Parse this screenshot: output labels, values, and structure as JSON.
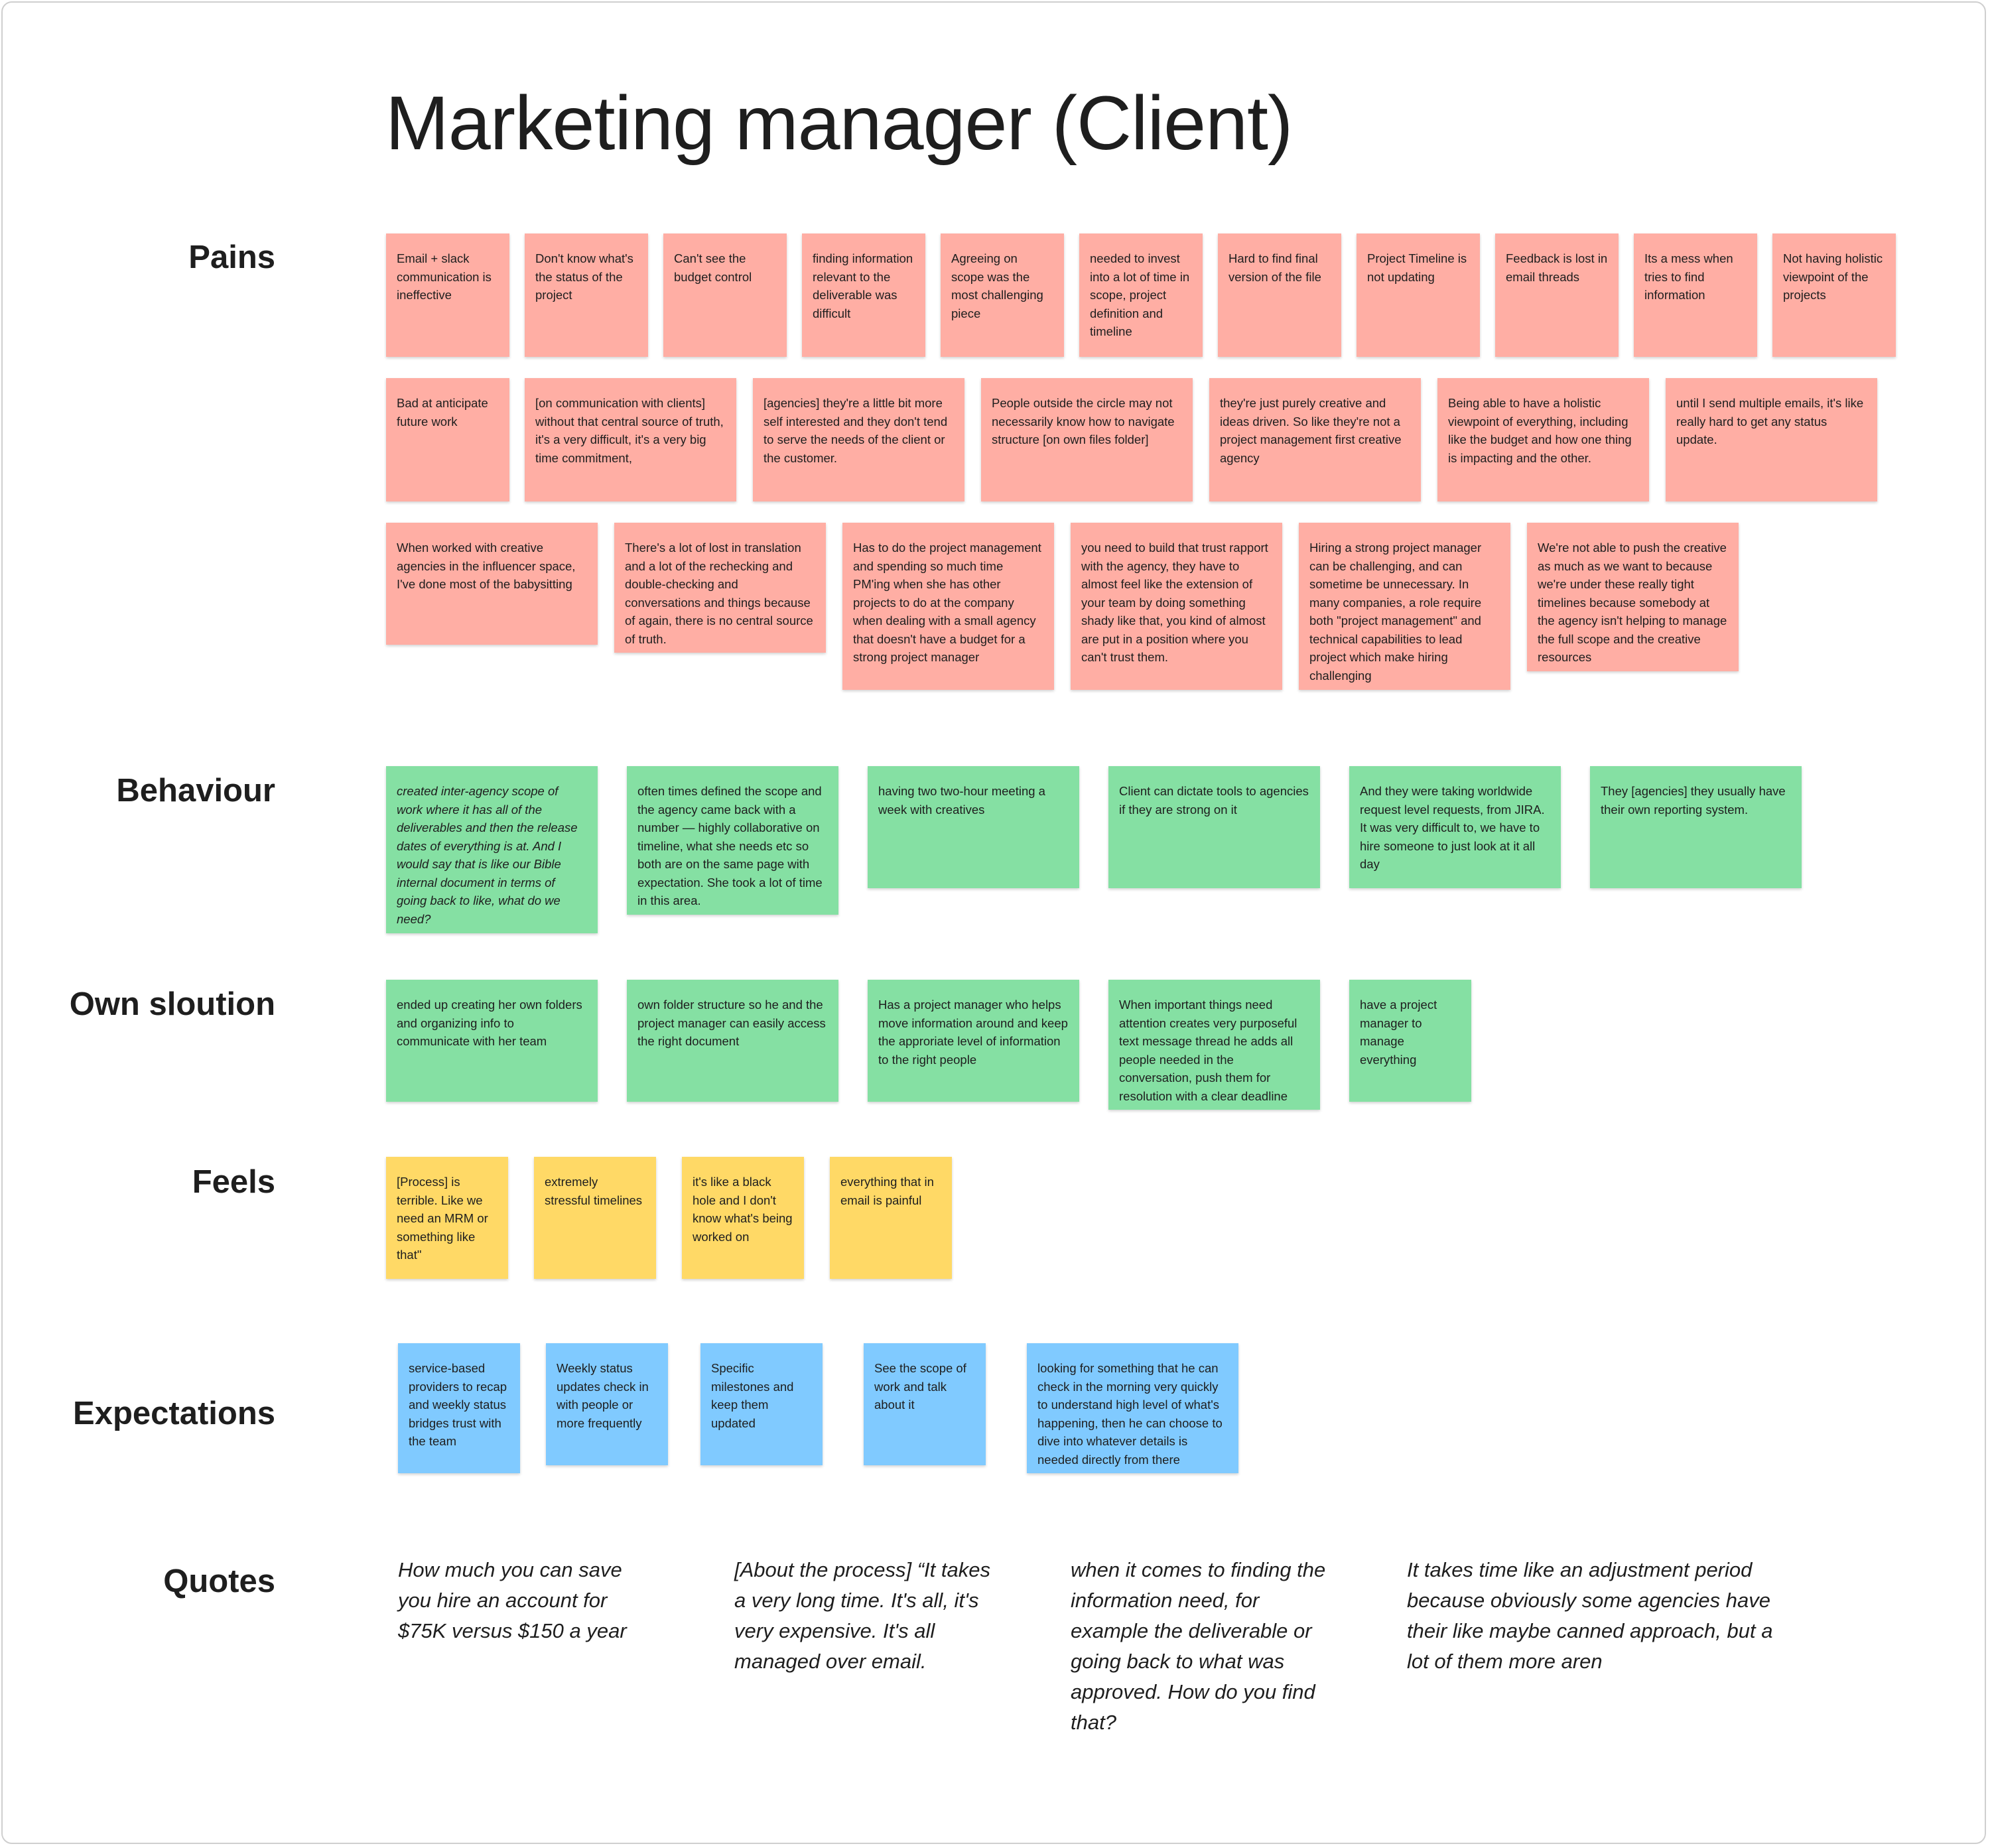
{
  "title": "Marketing manager (Client)",
  "sections": {
    "pains": {
      "label": "Pains",
      "notes": [
        "Email + slack communication is ineffective",
        "Don't know what's the status of the project",
        "Can't see the budget control",
        "finding information relevant to the deliverable was difficult",
        "Agreeing on scope was the most challenging piece",
        "needed to invest into a lot of time in scope, project definition and timeline",
        "Hard to find final version of the file",
        "Project Timeline is not updating",
        "Feedback is lost in email threads",
        "Its a mess when tries to find information",
        "Not having holistic viewpoint of the projects",
        "Bad at anticipate future work",
        "[on communication with clients] without that central source of truth, it's a very difficult, it's a very big time commitment,",
        "[agencies] they're a little bit more self interested and they don't tend to serve the needs of the client or the customer.",
        "People outside the circle may not necessarily know how to navigate structure [on own files folder]",
        "they're just purely creative and ideas driven. So like they're not a project management first creative agency",
        "Being able to have a holistic viewpoint of everything, including like the budget and how one thing is impacting and the other.",
        "until I send multiple emails, it's like really hard to get any status update.",
        "When worked with creative agencies in the influencer space, I've done most of the babysitting",
        "There's a lot of lost in translation and a lot of the rechecking and double-checking and conversations and things because of again, there is no central source of truth.",
        "Has to do the project management and spending so much time PM'ing when she has other projects to do at the company when dealing with a small agency that doesn't have a budget for a strong project manager",
        "you need to build that trust rapport with the agency, they have to almost feel like the extension of your team by doing something shady like that, you kind of almost are put in a position where you can't trust them.",
        "Hiring a strong project manager can be challenging, and can sometime be unnecessary. In many companies, a role require both \"project management\" and technical capabilities to lead project which make hiring challenging",
        "We're not able to push the creative as much as we want to because we're under these really tight timelines because somebody at the agency isn't helping to manage the full scope and the creative resources"
      ]
    },
    "behaviour": {
      "label": "Behaviour",
      "notes": [
        "created inter-agency scope of work where it has all of the deliverables and then the release dates of everything is at. And I would say that is like our Bible internal document in terms of going back to like, what do we need?",
        "often times defined the scope and the agency came back with a number — highly collaborative on timeline, what she needs etc so both are on the same page with expectation. She took a lot of time in this area.",
        "having two two-hour meeting a week with creatives",
        "Client can dictate tools to agencies if they are strong on it",
        "And they were taking worldwide request level requests, from JIRA. It was very difficult to, we have to hire someone to just look at it all day",
        "They [agencies] they usually have their own reporting system."
      ]
    },
    "own_solution": {
      "label": "Own sloution",
      "notes": [
        "ended up creating her own folders and organizing info to communicate with her team",
        "own folder structure so he and the project manager can easily access the right document",
        "Has a project manager who helps move information around and keep the approriate level of information to the right people",
        "When important things need attention creates very purposeful text message thread he adds all people needed in the conversation, push them for resolution with a clear deadline",
        "have a project manager to manage everything"
      ]
    },
    "feels": {
      "label": "Feels",
      "notes": [
        "[Process] is terrible. Like we need an MRM or something like that\"",
        "extremely stressful timelines",
        "it's like a black hole and I don't know what's being worked on",
        "everything that in email is painful"
      ]
    },
    "expectations": {
      "label": "Expectations",
      "notes": [
        "service-based providers to recap and weekly status bridges trust with the team",
        "Weekly status updates check in with people or more frequently",
        "Specific milestones and keep them updated",
        "See the scope of work and talk about it",
        "looking for something that he can check in the morning very quickly to understand high level of what's happening, then he can choose to dive into whatever details is needed directly from there"
      ]
    },
    "quotes": {
      "label": "Quotes",
      "items": [
        "How much you can save you hire an account for $75K versus $150 a year",
        "[About the process] “It takes a very long time. It's all, it's very expensive.  It's all managed over email.",
        "when it comes to finding the information need, for example the deliverable or going back to what was approved. How do you find that?",
        "It takes time like an adjustment period because obviously some agencies have their like maybe canned approach, but a lot of them more aren"
      ]
    }
  },
  "colors": {
    "pains": "#ffaea4",
    "behaviour": "#85e0a3",
    "own_solution": "#85e0a3",
    "feels": "#ffd966",
    "expectations": "#80caff"
  }
}
